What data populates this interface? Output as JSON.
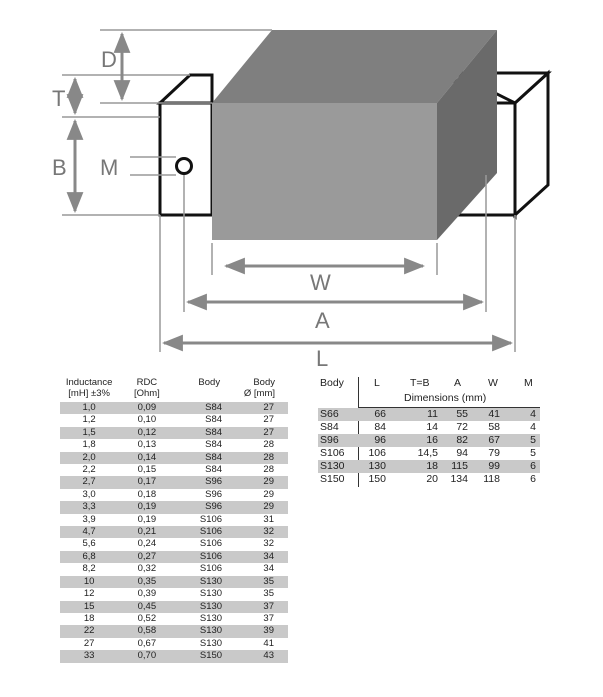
{
  "dim_labels": {
    "D": "D",
    "T": "T",
    "B": "B",
    "M": "M",
    "W": "W",
    "A": "A",
    "L": "L"
  },
  "inductance_table": {
    "headers": [
      {
        "line1": "Inductance",
        "line2": "[mH] ±3%"
      },
      {
        "line1": "RDC",
        "line2": "[Ohm]"
      },
      {
        "line1": "Body",
        "line2": ""
      },
      {
        "line1": "Body",
        "line2": "Ø [mm]"
      }
    ],
    "rows": [
      [
        "1,0",
        "0,09",
        "S84",
        "27"
      ],
      [
        "1,2",
        "0,10",
        "S84",
        "27"
      ],
      [
        "1,5",
        "0,12",
        "S84",
        "27"
      ],
      [
        "1,8",
        "0,13",
        "S84",
        "28"
      ],
      [
        "2,0",
        "0,14",
        "S84",
        "28"
      ],
      [
        "2,2",
        "0,15",
        "S84",
        "28"
      ],
      [
        "2,7",
        "0,17",
        "S96",
        "29"
      ],
      [
        "3,0",
        "0,18",
        "S96",
        "29"
      ],
      [
        "3,3",
        "0,19",
        "S96",
        "29"
      ],
      [
        "3,9",
        "0,19",
        "S106",
        "31"
      ],
      [
        "4,7",
        "0,21",
        "S106",
        "32"
      ],
      [
        "5,6",
        "0,24",
        "S106",
        "32"
      ],
      [
        "6,8",
        "0,27",
        "S106",
        "34"
      ],
      [
        "8,2",
        "0,32",
        "S106",
        "34"
      ],
      [
        "10",
        "0,35",
        "S130",
        "35"
      ],
      [
        "12",
        "0,39",
        "S130",
        "35"
      ],
      [
        "15",
        "0,45",
        "S130",
        "37"
      ],
      [
        "18",
        "0,52",
        "S130",
        "37"
      ],
      [
        "22",
        "0,58",
        "S130",
        "39"
      ],
      [
        "27",
        "0,67",
        "S130",
        "41"
      ],
      [
        "33",
        "0,70",
        "S150",
        "43"
      ]
    ]
  },
  "dimensions_table": {
    "headers": [
      "Body",
      "L",
      "T=B",
      "A",
      "W",
      "M"
    ],
    "subheader": "Dimensions (mm)",
    "rows": [
      [
        "S66",
        "66",
        "11",
        "55",
        "41",
        "4"
      ],
      [
        "S84",
        "84",
        "14",
        "72",
        "58",
        "4"
      ],
      [
        "S96",
        "96",
        "16",
        "82",
        "67",
        "5"
      ],
      [
        "S106",
        "106",
        "14,5",
        "94",
        "79",
        "5"
      ],
      [
        "S130",
        "130",
        "18",
        "115",
        "99",
        "6"
      ],
      [
        "S150",
        "150",
        "20",
        "134",
        "118",
        "6"
      ]
    ]
  }
}
